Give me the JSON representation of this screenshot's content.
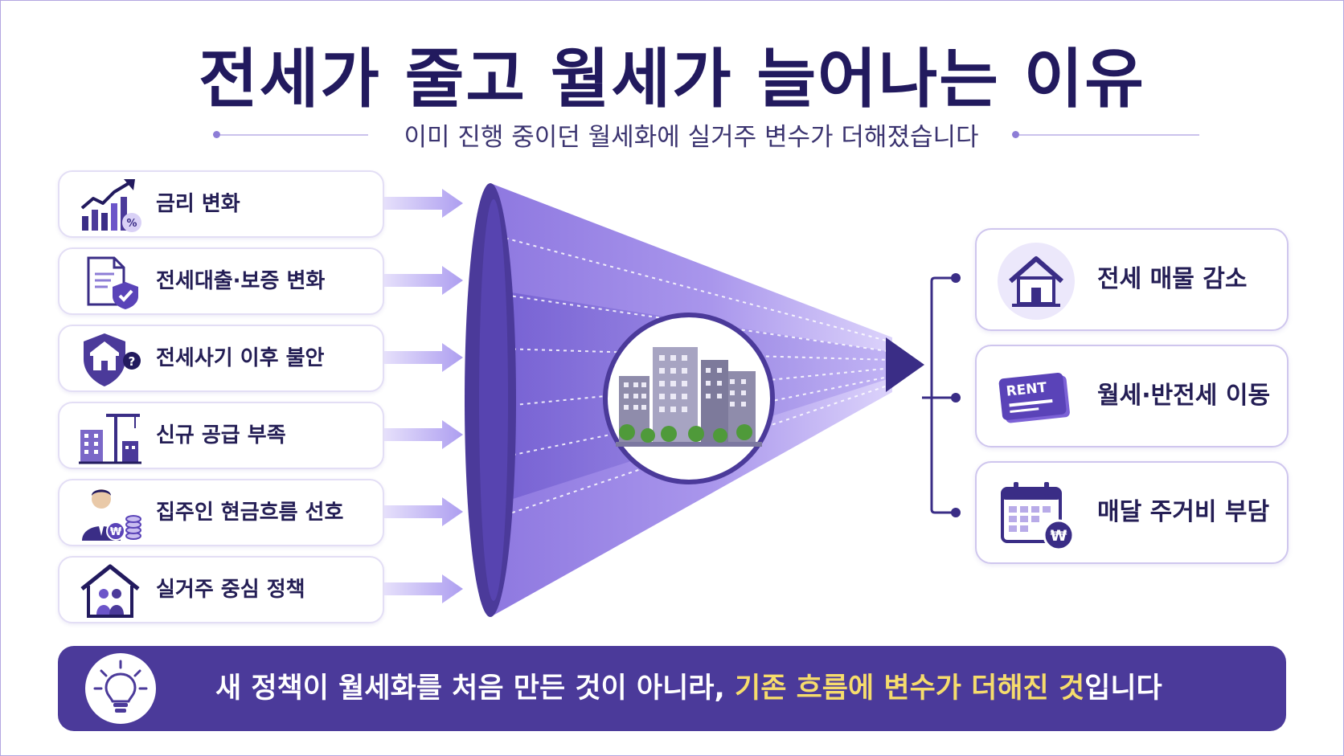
{
  "title": "전세가 줄고 월세가 늘어나는 이유",
  "subtitle": "이미 진행 중이던 월세화에 실거주 변수가 더해졌습니다",
  "causes": [
    {
      "label": "금리 변화",
      "icon": "rate-chart-icon"
    },
    {
      "label": "전세대출·보증 변화",
      "icon": "document-shield-icon"
    },
    {
      "label": "전세사기 이후 불안",
      "icon": "house-shield-question-icon"
    },
    {
      "label": "신규 공급 부족",
      "icon": "building-crane-icon"
    },
    {
      "label": "집주인 현금흐름 선호",
      "icon": "landlord-coins-icon"
    },
    {
      "label": "실거주 중심 정책",
      "icon": "house-family-icon"
    }
  ],
  "center_icon": "apartment-buildings-icon",
  "effects": [
    {
      "label": "전세 매물 감소",
      "icon": "house-icon"
    },
    {
      "label": "월세·반전세 이동",
      "icon": "rent-card-icon",
      "card_text": "RENT"
    },
    {
      "label": "매달 주거비 부담",
      "icon": "calendar-won-icon",
      "badge": "₩"
    }
  ],
  "coin_symbol": "₩",
  "banner": {
    "icon": "lightbulb-icon",
    "text_plain": "새 정책이 월세화를 처음 만든 것이 아니라, ",
    "text_highlight": "기존 흐름에 변수가 더해진 것",
    "text_end": "입니다"
  },
  "colors": {
    "title": "#221a5e",
    "accent_purple": "#6c55c9",
    "funnel_light": "#c6b8f5",
    "funnel_dark": "#5a43b8",
    "banner_bg": "#4b3a9a",
    "highlight": "#f6dc6c"
  }
}
